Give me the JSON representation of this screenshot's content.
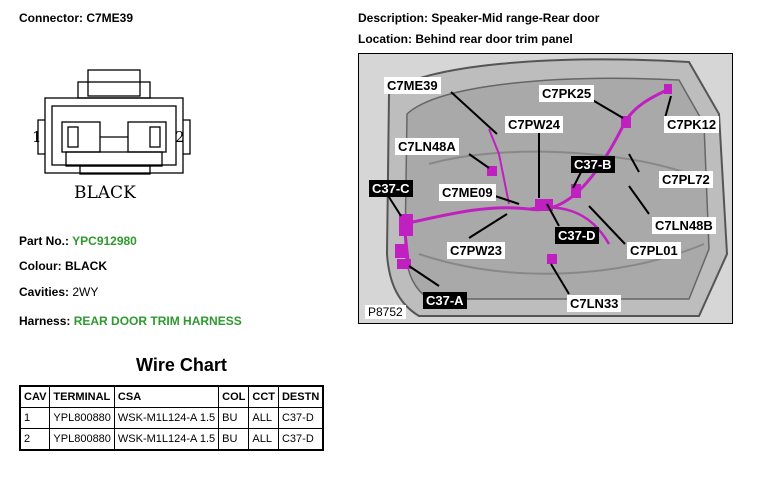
{
  "connector": {
    "label": "Connector:",
    "value": "C7ME39",
    "name": "BLACK",
    "pin_left": "1",
    "pin_right": "2"
  },
  "description": {
    "label": "Description:",
    "value": "Speaker-Mid range-Rear door"
  },
  "location": {
    "label": "Location:",
    "value": "Behind rear door trim panel"
  },
  "part_no": {
    "label": "Part No.:",
    "value": "YPC912980"
  },
  "colour": {
    "label": "Colour:",
    "value": "BLACK"
  },
  "cavities": {
    "label": "Cavities:",
    "value": "2WY"
  },
  "harness": {
    "label": "Harness:",
    "value": "REAR DOOR TRIM HARNESS"
  },
  "accent_green": "#2e9a2e",
  "photo": {
    "ref": "P8752",
    "callouts": {
      "c7me39": "C7ME39",
      "c7pk25": "C7PK25",
      "c7pw24": "C7PW24",
      "c7pk12": "C7PK12",
      "c7ln48a": "C7LN48A",
      "c37b": "C37-B",
      "c7pl72": "C7PL72",
      "c37c": "C37-C",
      "c7me09": "C7ME09",
      "c7ln48b": "C7LN48B",
      "c37d": "C37-D",
      "c7pw23": "C7PW23",
      "c7pl01": "C7PL01",
      "c37a": "C37-A",
      "c7ln33": "C7LN33"
    }
  },
  "wire_chart": {
    "title": "Wire Chart",
    "headers": [
      "CAV",
      "TERMINAL",
      "CSA",
      "COL",
      "CCT",
      "DESTN"
    ],
    "rows": [
      [
        "1",
        "YPL800880",
        "WSK-M1L124-A 1.5",
        "BU",
        "ALL",
        "C37-D"
      ],
      [
        "2",
        "YPL800880",
        "WSK-M1L124-A 1.5",
        "BU",
        "ALL",
        "C37-D"
      ]
    ]
  }
}
